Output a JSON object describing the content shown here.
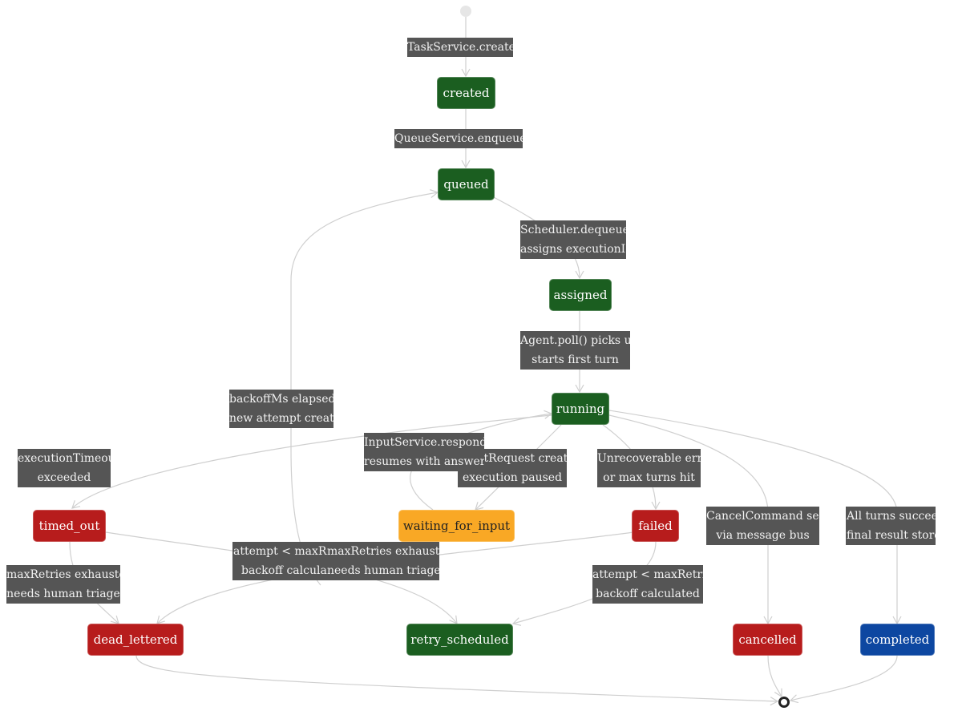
{
  "colors": {
    "green": "#1b5e20",
    "red": "#b71c1c",
    "amber": "#f9a825",
    "blue": "#0d47a1",
    "label_bg": "#555555",
    "edge": "#cfcfcf"
  },
  "states": {
    "created": "created",
    "queued": "queued",
    "assigned": "assigned",
    "running": "running",
    "waiting_for_input": "waiting_for_input",
    "failed": "failed",
    "timed_out": "timed_out",
    "dead_lettered": "dead_lettered",
    "retry_scheduled": "retry_scheduled",
    "cancelled": "cancelled",
    "completed": "completed"
  },
  "transitions": {
    "create": [
      "TaskService.create()"
    ],
    "enqueue": [
      "QueueService.enqueue()"
    ],
    "dequeue": [
      "Scheduler.dequeue()",
      "assigns executionId"
    ],
    "poll": [
      "Agent.poll() picks up",
      "starts first turn"
    ],
    "backoff_elapsed": [
      "backoffMs elapsed",
      "new attempt created"
    ],
    "input_respond": [
      "InputService.respond()",
      "resumes with answer"
    ],
    "input_request": [
      "InputRequest created",
      "execution paused"
    ],
    "timeout": [
      "executionTimeout",
      "exceeded"
    ],
    "fail": [
      "Unrecoverable error",
      "or max turns hit"
    ],
    "cancel": [
      "CancelCommand sent",
      "via message bus"
    ],
    "complete": [
      "All turns succeed",
      "final result stored"
    ],
    "timeout_retry": [
      "attempt < maxRetries",
      "backoff calculated"
    ],
    "failed_dead": [
      "maxRetries exhausted",
      "needs human triage"
    ],
    "timeout_dead": [
      "maxRetries exhausted",
      "needs human triage"
    ],
    "failed_retry": [
      "attempt < maxRetries",
      "backoff calculated"
    ]
  }
}
